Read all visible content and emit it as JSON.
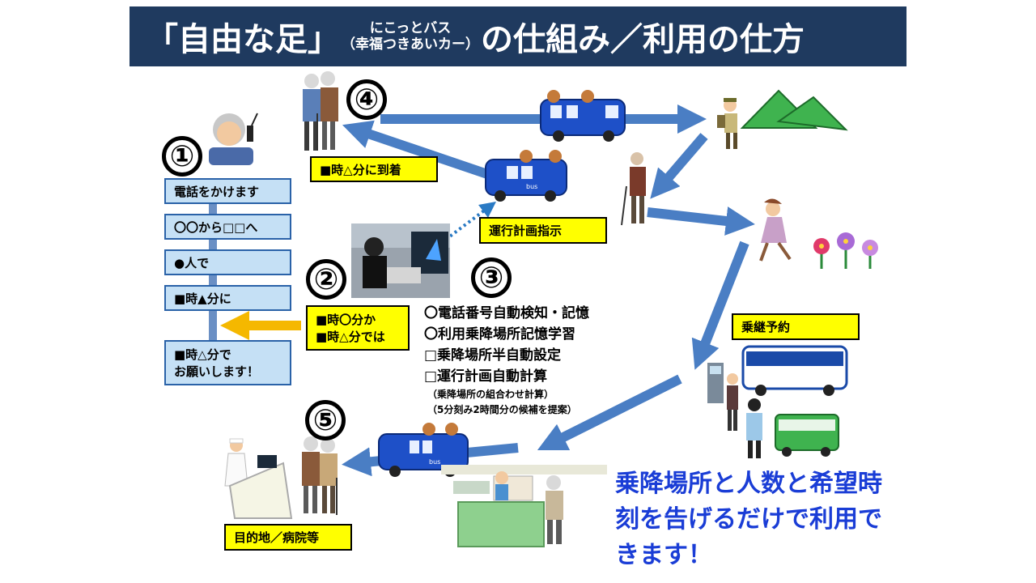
{
  "title": {
    "part1": "「自由な足」",
    "sub_top": "にこっとバス",
    "sub_bottom": "（幸福つきあいカー）",
    "part2": "の仕組み／利用の仕方"
  },
  "steps": {
    "s1": "①",
    "s2": "②",
    "s3": "③",
    "s4": "④",
    "s5": "⑤"
  },
  "flow": [
    "電話をかけます",
    "〇〇から□□へ",
    "●人で",
    "■時▲分に",
    "■時△分で",
    "お願いします！"
  ],
  "reply": [
    "■時〇分か",
    "■時△分では"
  ],
  "arrival": "■時△分に到着",
  "dispatch": "運行計画指示",
  "features": [
    "〇電話番号自動検知・記憶",
    "〇利用乗降場所記憶学習",
    "□乗降場所半自動設定",
    "□運行計画自動計算"
  ],
  "notes": [
    "（乗降場所の組合わせ計算）",
    "（5分刻み2時間分の候補を提案）"
  ],
  "transfer": "乗継予約",
  "destination": "目的地／病院等",
  "message": "乗降場所と人数と希望時刻を告げるだけで利用できます！",
  "bus_label": "bus",
  "colors": {
    "title_bg": "#1f3a5f",
    "arrow": "#4a7ec4",
    "flow_box": "#c5e0f5",
    "label_yellow": "#ffff00",
    "message": "#1a3dd6"
  }
}
